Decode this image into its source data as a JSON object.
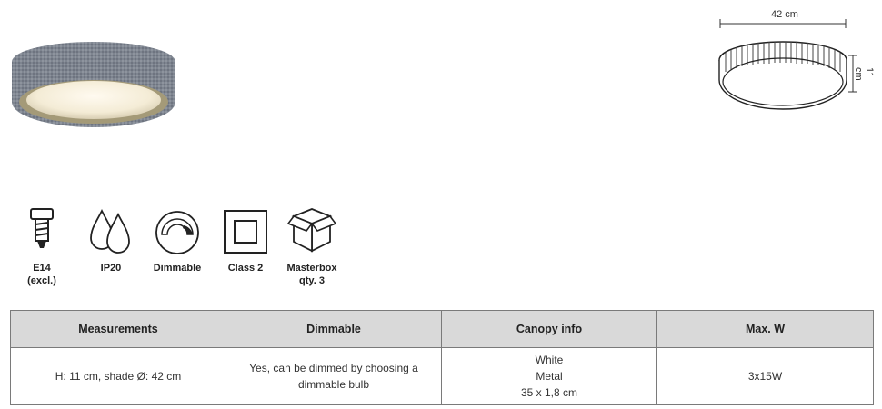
{
  "dimensions": {
    "diameter": "42 cm",
    "height": "11 cm"
  },
  "icons": [
    {
      "name": "e14-bulb-icon",
      "label": "E14\n(excl.)"
    },
    {
      "name": "ip20-drops-icon",
      "label": "IP20"
    },
    {
      "name": "dimmable-icon",
      "label": "Dimmable"
    },
    {
      "name": "class2-icon",
      "label": "Class 2"
    },
    {
      "name": "masterbox-icon",
      "label": "Masterbox\nqty. 3"
    }
  ],
  "table": {
    "headers": [
      "Measurements",
      "Dimmable",
      "Canopy info",
      "Max. W"
    ],
    "row": {
      "measurements": "H: 11 cm, shade Ø: 42 cm",
      "dimmable": [
        "Yes, can be dimmed by choosing a",
        "dimmable bulb"
      ],
      "canopy": [
        "White",
        "Metal",
        "35 x 1,8 cm"
      ],
      "max_w": "3x15W"
    }
  }
}
